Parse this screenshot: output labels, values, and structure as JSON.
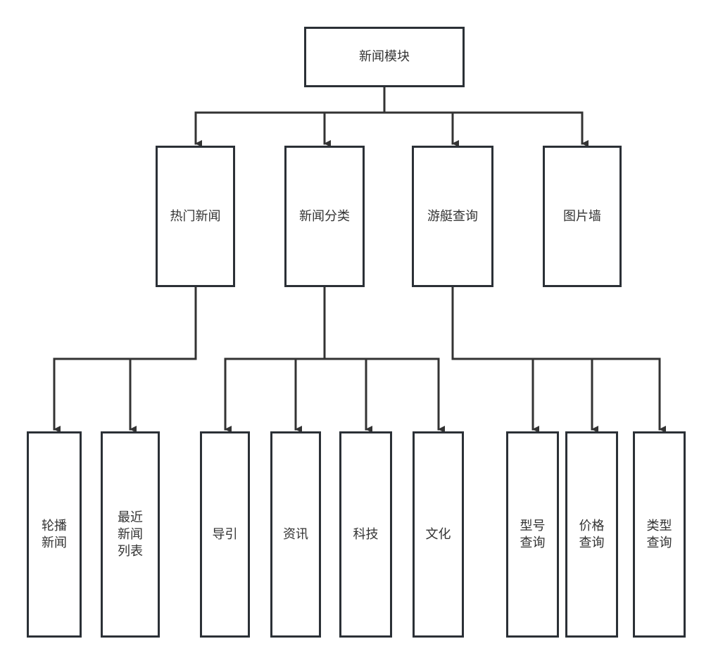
{
  "diagram": {
    "type": "hierarchy-tree",
    "colors": {
      "line": "#333333",
      "border": "#2b3036",
      "text": "#333333",
      "background": "#ffffff"
    },
    "root": {
      "id": "news-module",
      "label": "新闻模块",
      "children": [
        {
          "id": "hot-news",
          "label": "热门新闻",
          "children": [
            {
              "id": "carousel-news",
              "label": "轮播新闻"
            },
            {
              "id": "recent-news-list",
              "label": "最近新闻列表"
            }
          ]
        },
        {
          "id": "news-category",
          "label": "新闻分类",
          "children": [
            {
              "id": "guide",
              "label": "导引"
            },
            {
              "id": "information",
              "label": "资讯"
            },
            {
              "id": "technology",
              "label": "科技"
            },
            {
              "id": "culture",
              "label": "文化"
            }
          ]
        },
        {
          "id": "yacht-query",
          "label": "游艇查询",
          "children": [
            {
              "id": "model-query",
              "label": "型号查询"
            },
            {
              "id": "price-query",
              "label": "价格查询"
            },
            {
              "id": "type-query",
              "label": "类型查询"
            }
          ]
        },
        {
          "id": "picture-wall",
          "label": "图片墙",
          "children": []
        }
      ]
    }
  }
}
